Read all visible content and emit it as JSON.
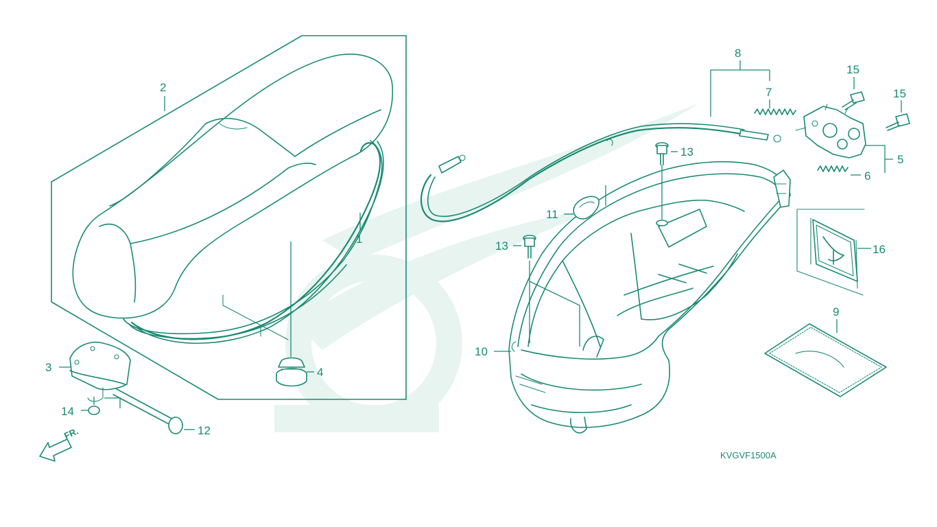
{
  "colors": {
    "ink": "#1a8a72",
    "watermark": "#e7f4ef"
  },
  "diagram_code": "KVGVF1500A",
  "direction_label": "FR.",
  "parts": {
    "p1": "1",
    "p2": "2",
    "p3": "3",
    "p4": "4",
    "p5": "5",
    "p6": "6",
    "p7": "7",
    "p8": "8",
    "p9": "9",
    "p10": "10",
    "p11": "11",
    "p12": "12",
    "p13a": "13",
    "p13b": "13",
    "p14": "14",
    "p15a": "15",
    "p15b": "15",
    "p16": "16"
  }
}
